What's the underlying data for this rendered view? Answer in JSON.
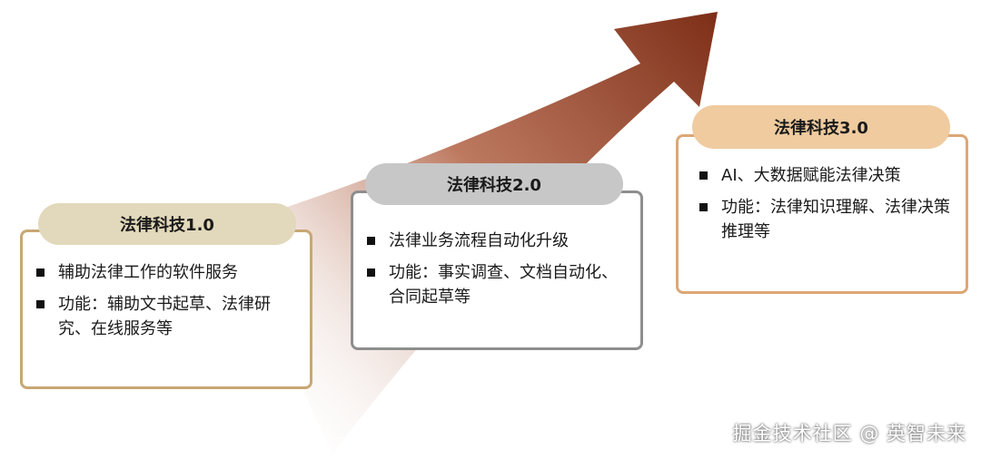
{
  "stages": [
    {
      "title": "法律科技1.0",
      "items": [
        "辅助法律工作的软件服务",
        "功能：辅助文书起草、法律研究、在线服务等"
      ]
    },
    {
      "title": "法律科技2.0",
      "items": [
        "法律业务流程自动化升级",
        "功能：事实调查、文档自动化、合同起草等"
      ]
    },
    {
      "title": "法律科技3.0",
      "items": [
        "AI、大数据赋能法律决策",
        "功能：法律知识理解、法律决策推理等"
      ]
    }
  ],
  "colors": {
    "stage1_border": "#c8a774",
    "stage1_pill": "#e2d8bb",
    "stage2_border": "#8e8e8e",
    "stage2_pill": "#c7c7c7",
    "stage3_border": "#dca776",
    "stage3_pill": "#efcb9f",
    "arrow": "#8a3a1f"
  },
  "watermark": "掘金技术社区 @ 英智未来"
}
